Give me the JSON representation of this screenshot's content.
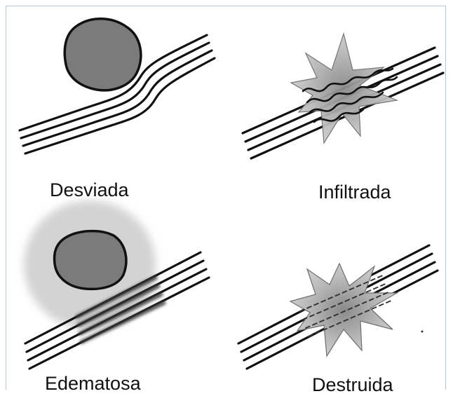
{
  "panels": [
    {
      "id": "desviada",
      "label": "Desviada"
    },
    {
      "id": "infiltrada",
      "label": "Infiltrada"
    },
    {
      "id": "edematosa",
      "label": "Edematosa"
    },
    {
      "id": "destruida",
      "label": "Destruida"
    }
  ],
  "colors": {
    "tumor_fill": "#7b7b7b",
    "tumor_stroke": "#111111",
    "edema_halo": "#d3d3d3",
    "star_fill": "#bdbdbd",
    "fiber": "#111111"
  }
}
